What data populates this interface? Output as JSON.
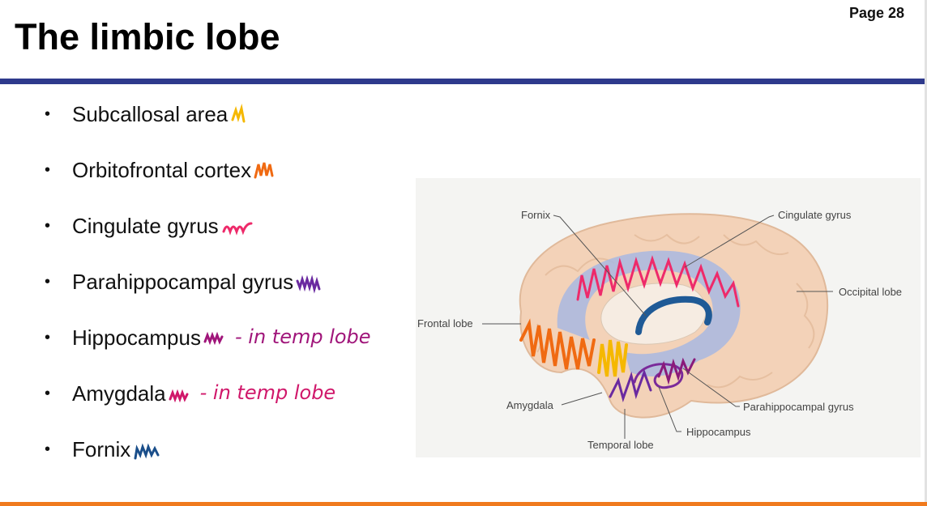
{
  "page": {
    "number_label": "Page 28",
    "title": "The limbic lobe"
  },
  "bullets": [
    {
      "text": "Subcallosal area",
      "mark_color": "#f5b800",
      "note": ""
    },
    {
      "text": "Orbitofrontal cortex",
      "mark_color": "#f06a12",
      "note": ""
    },
    {
      "text": "Cingulate gyrus",
      "mark_color": "#ee2a6a",
      "note": ""
    },
    {
      "text": "Parahippocampal gyrus",
      "mark_color": "#6a2aa0",
      "note": ""
    },
    {
      "text": "Hippocampus",
      "mark_color": "#a0157a",
      "note": "- in temp lobe"
    },
    {
      "text": "Amygdala",
      "mark_color": "#d0176a",
      "note": "- in temp lobe"
    },
    {
      "text": "Fornix",
      "mark_color": "#1a4e8a",
      "note": ""
    }
  ],
  "figure": {
    "labels": {
      "fornix": "Fornix",
      "cingulate_gyrus": "Cingulate gyrus",
      "occipital_lobe": "Occipital lobe",
      "frontal_lobe": "Frontal lobe",
      "amygdala": "Amygdala",
      "parahippocampal_gyrus": "Parahippocampal gyrus",
      "hippocampus": "Hippocampus",
      "temporal_lobe": "Temporal lobe"
    }
  },
  "colors": {
    "title_rule": "#2e3a8c",
    "bottom_rule": "#f07a1d",
    "brain": "#f3d2b8",
    "limbic_band": "#a8b8e0",
    "fornix_blue": "#1f5a96"
  }
}
